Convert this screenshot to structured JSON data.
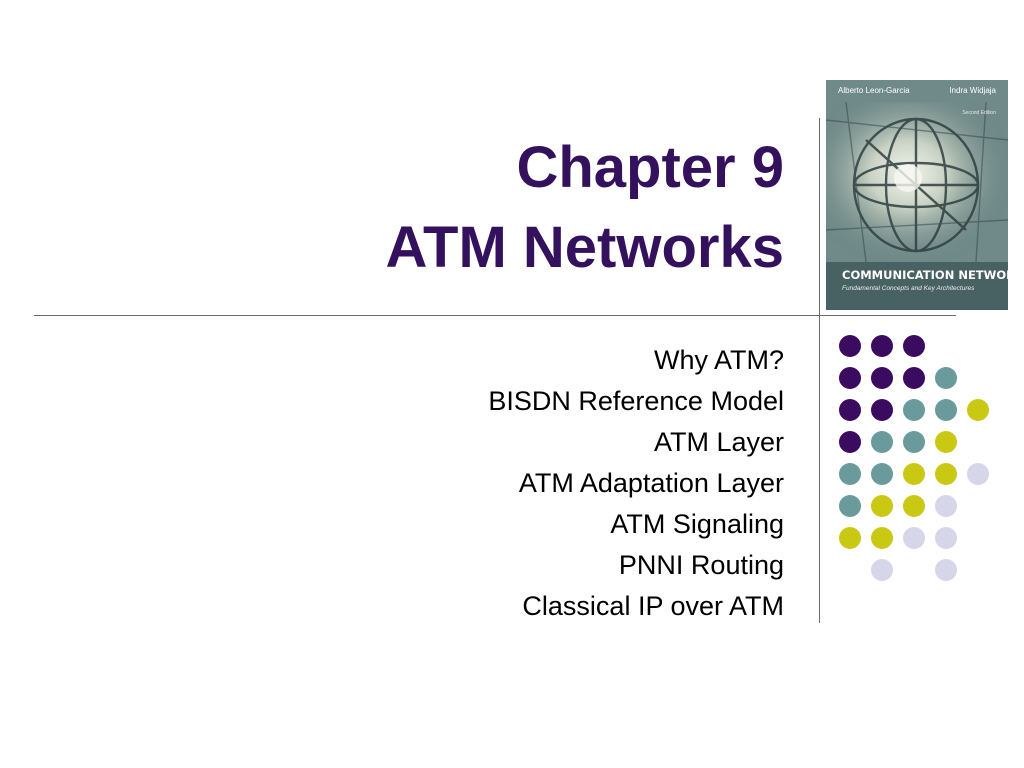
{
  "title": {
    "line1": "Chapter 9",
    "line2": "ATM Networks"
  },
  "topics": [
    "Why ATM?",
    "BISDN Reference Model",
    "ATM Layer",
    "ATM Adaptation Layer",
    "ATM Signaling",
    "PNNI Routing",
    "Classical IP over ATM"
  ],
  "book_cover": {
    "author_left": "Alberto Leon-Garcia",
    "author_right": "Indra Widjaja",
    "edition": "Second Edition",
    "title": "COMMUNICATION NETWORKS",
    "subtitle": "Fundamental Concepts and Key Architectures"
  },
  "colors": {
    "title": "#33115c",
    "purple": "#3b0b62",
    "teal": "#6a9a9a",
    "yellow": "#c9c914",
    "lavender": "#d6d6ea",
    "rule": "#6b6b6b"
  },
  "dot_pattern": [
    [
      "purple",
      "purple",
      "purple",
      null,
      null
    ],
    [
      "purple",
      "purple",
      "purple",
      "teal",
      null
    ],
    [
      "purple",
      "purple",
      "teal",
      "teal",
      "yellow"
    ],
    [
      "purple",
      "teal",
      "teal",
      "yellow",
      null
    ],
    [
      "teal",
      "teal",
      "yellow",
      "yellow",
      "lavender"
    ],
    [
      "teal",
      "yellow",
      "yellow",
      "lavender",
      null
    ],
    [
      "yellow",
      "yellow",
      "lavender",
      "lavender",
      null
    ],
    [
      null,
      "lavender",
      null,
      "lavender",
      null
    ]
  ]
}
